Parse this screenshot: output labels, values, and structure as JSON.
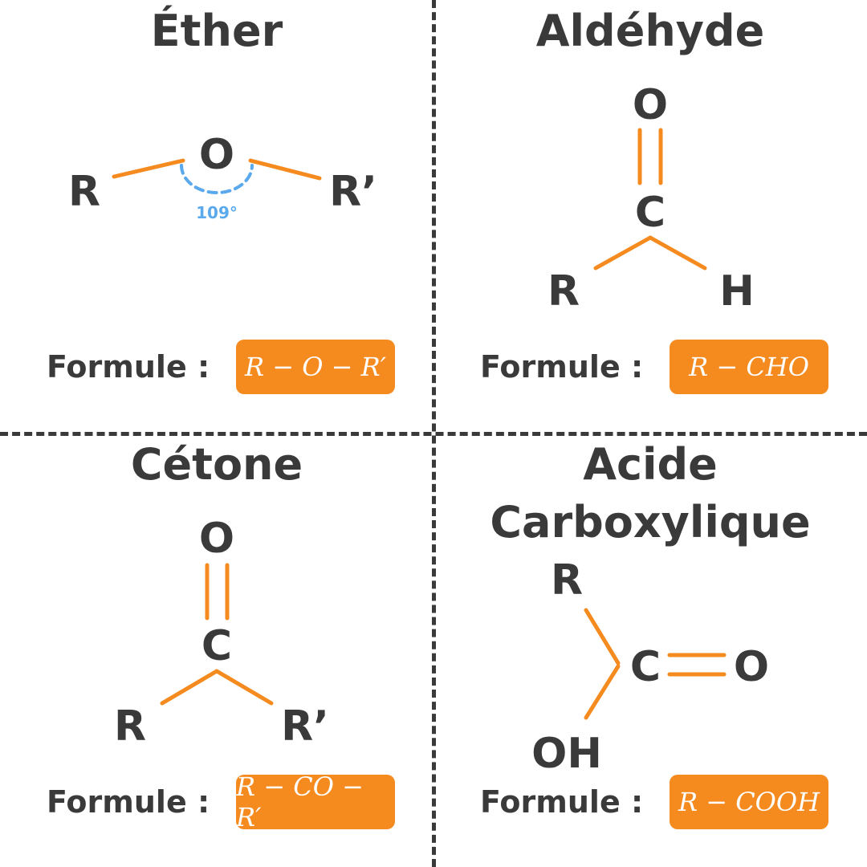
{
  "ether": {
    "title": "Éther",
    "atom_r": "R",
    "atom_o": "O",
    "atom_r2": "R’",
    "angle": "109°",
    "formula_label": "Formule :",
    "formula": "R − O − R′"
  },
  "aldehyde": {
    "title": "Aldéhyde",
    "atom_o": "O",
    "atom_c": "C",
    "atom_r": "R",
    "atom_h": "H",
    "formula_label": "Formule :",
    "formula": "R − CHO"
  },
  "cetone": {
    "title": "Cétone",
    "atom_o": "O",
    "atom_c": "C",
    "atom_r": "R",
    "atom_r2": "R’",
    "formula_label": "Formule :",
    "formula": "R − CO − R′"
  },
  "acide": {
    "title_line1": "Acide",
    "title_line2": "Carboxylique",
    "atom_r": "R",
    "atom_c": "C",
    "atom_o": "O",
    "atom_oh": "OH",
    "formula_label": "Formule :",
    "formula": "R − COOH"
  },
  "colors": {
    "bond": "#f58a1f",
    "angle": "#5aa9ec",
    "text": "#3a3a3a"
  }
}
